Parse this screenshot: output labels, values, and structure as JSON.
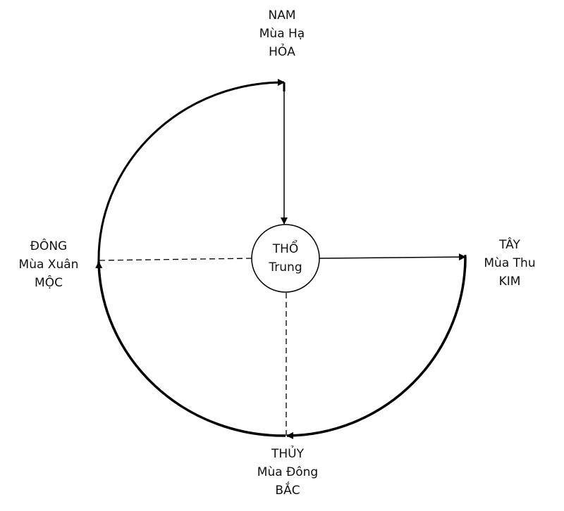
{
  "center": {
    "line1": "THỔ",
    "line2": "Trung"
  },
  "south_top": {
    "direction": "NAM",
    "season": "Mùa Hạ",
    "element": "HỎA"
  },
  "east_left": {
    "direction": "ĐÔNG",
    "season": "Mùa Xuân",
    "element": "MỘC"
  },
  "west_right": {
    "direction": "TÂY",
    "season": "Mùa Thu",
    "element": "KIM"
  },
  "north_bottom": {
    "direction": "THỦY",
    "season": "Mùa Đông",
    "element": "BẮC"
  },
  "colors": {
    "stroke": "#000000",
    "background": "#ffffff"
  }
}
